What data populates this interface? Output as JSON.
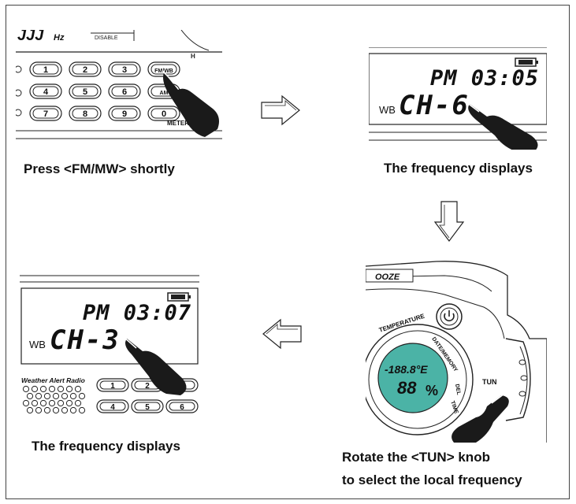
{
  "step1": {
    "caption": "Press <FM/MW> shortly",
    "display_fragment": "Hz",
    "display_tag": "DISABLE",
    "keys": [
      "1",
      "2",
      "3",
      "FM/WB",
      "4",
      "5",
      "6",
      "AM",
      "7",
      "8",
      "9",
      "0"
    ],
    "side_label": "METER",
    "side_label_top": "H"
  },
  "step2": {
    "caption": "The frequency displays",
    "time": "PM 03:05",
    "band": "WB",
    "channel": "CH-6"
  },
  "step3": {
    "caption_line1": "Rotate the <TUN> knob",
    "caption_line2": "to select the local frequency",
    "top_fragment": "OOZE",
    "ring_labels": [
      "TEMPERATURE",
      "DATE/MEMORY",
      "DEL",
      "TIME"
    ],
    "inner_temp": "-188.8°E",
    "inner_hum": "88",
    "inner_hum_unit": "%",
    "knob_label": "TUN"
  },
  "step4": {
    "caption": "The frequency displays",
    "time": "PM 03:07",
    "band": "WB",
    "channel": "CH-3",
    "speaker_label": "Weather Alert Radio",
    "keys": [
      "1",
      "2",
      "3",
      "4",
      "5",
      "6"
    ]
  },
  "colors": {
    "line": "#222222",
    "lcd_teal": "#4bb3a6",
    "hand": "#1a1a1a"
  }
}
